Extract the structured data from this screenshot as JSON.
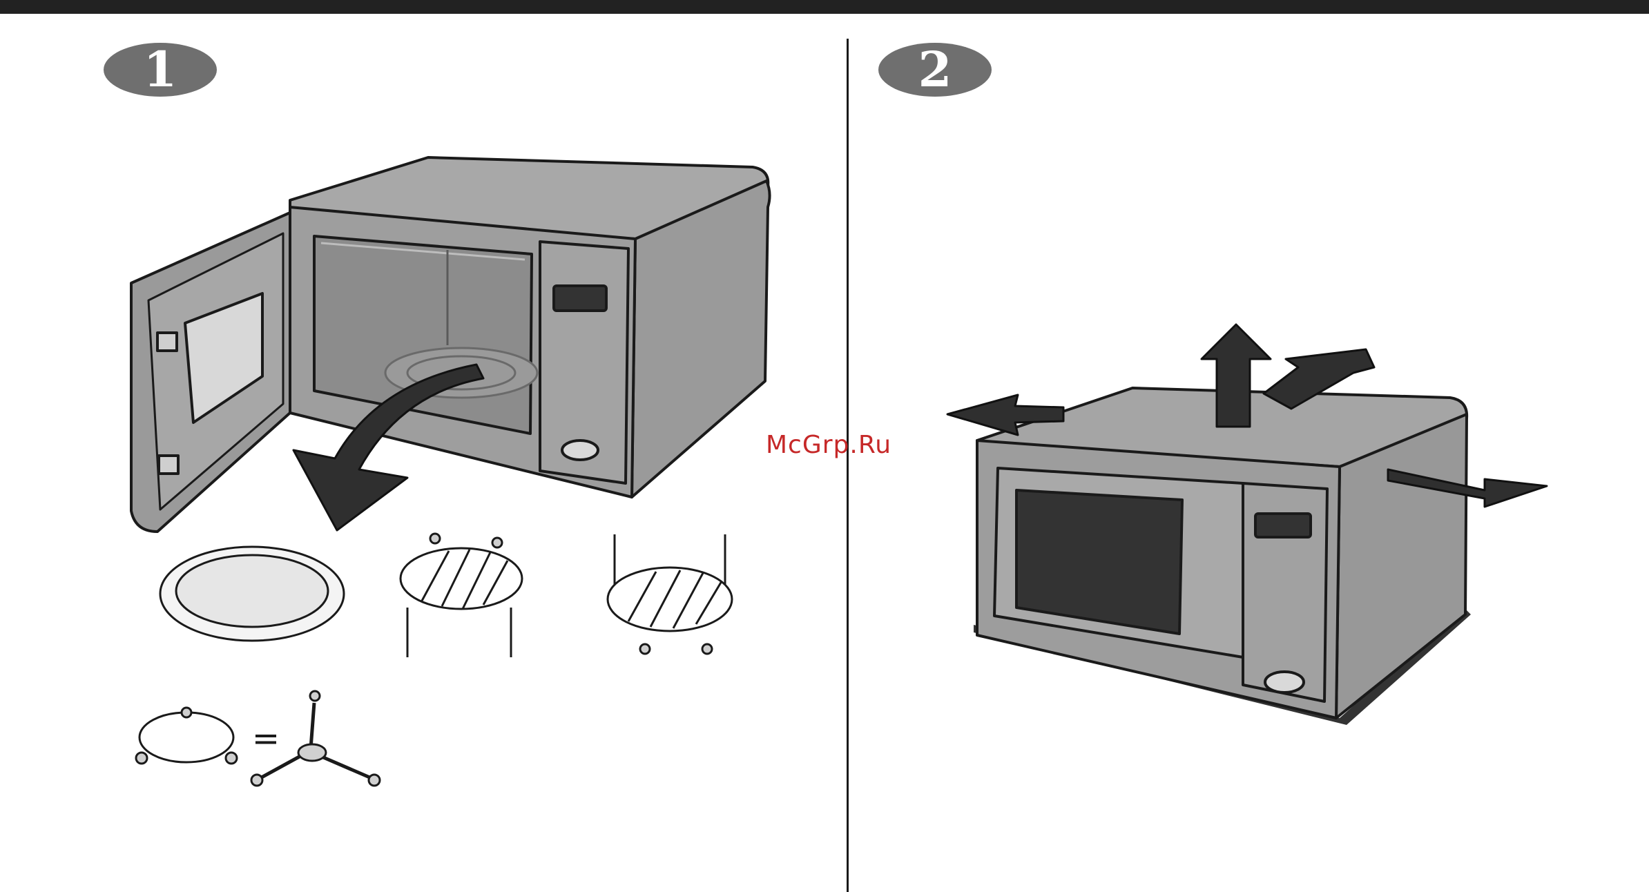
{
  "steps": {
    "step1": {
      "number": "1"
    },
    "step2": {
      "number": "2"
    }
  },
  "accessories": {
    "equals_sign": "="
  },
  "watermark": {
    "text": "McGrp.Ru"
  },
  "colors": {
    "appliance_gray": "#9a9a9a",
    "dark_arrow": "#2f2f2f",
    "cavity_gray": "#8c8c8c",
    "window_dark": "#333333",
    "top_bar": "#222222"
  },
  "icons": [
    "open-microwave-illustration",
    "curved-arrow-icon",
    "glass-tray-icon",
    "high-rack-icon",
    "low-rack-icon",
    "roller-ring-icon",
    "roller-support-icon",
    "closed-microwave-illustration",
    "clearance-arrow-icon"
  ]
}
